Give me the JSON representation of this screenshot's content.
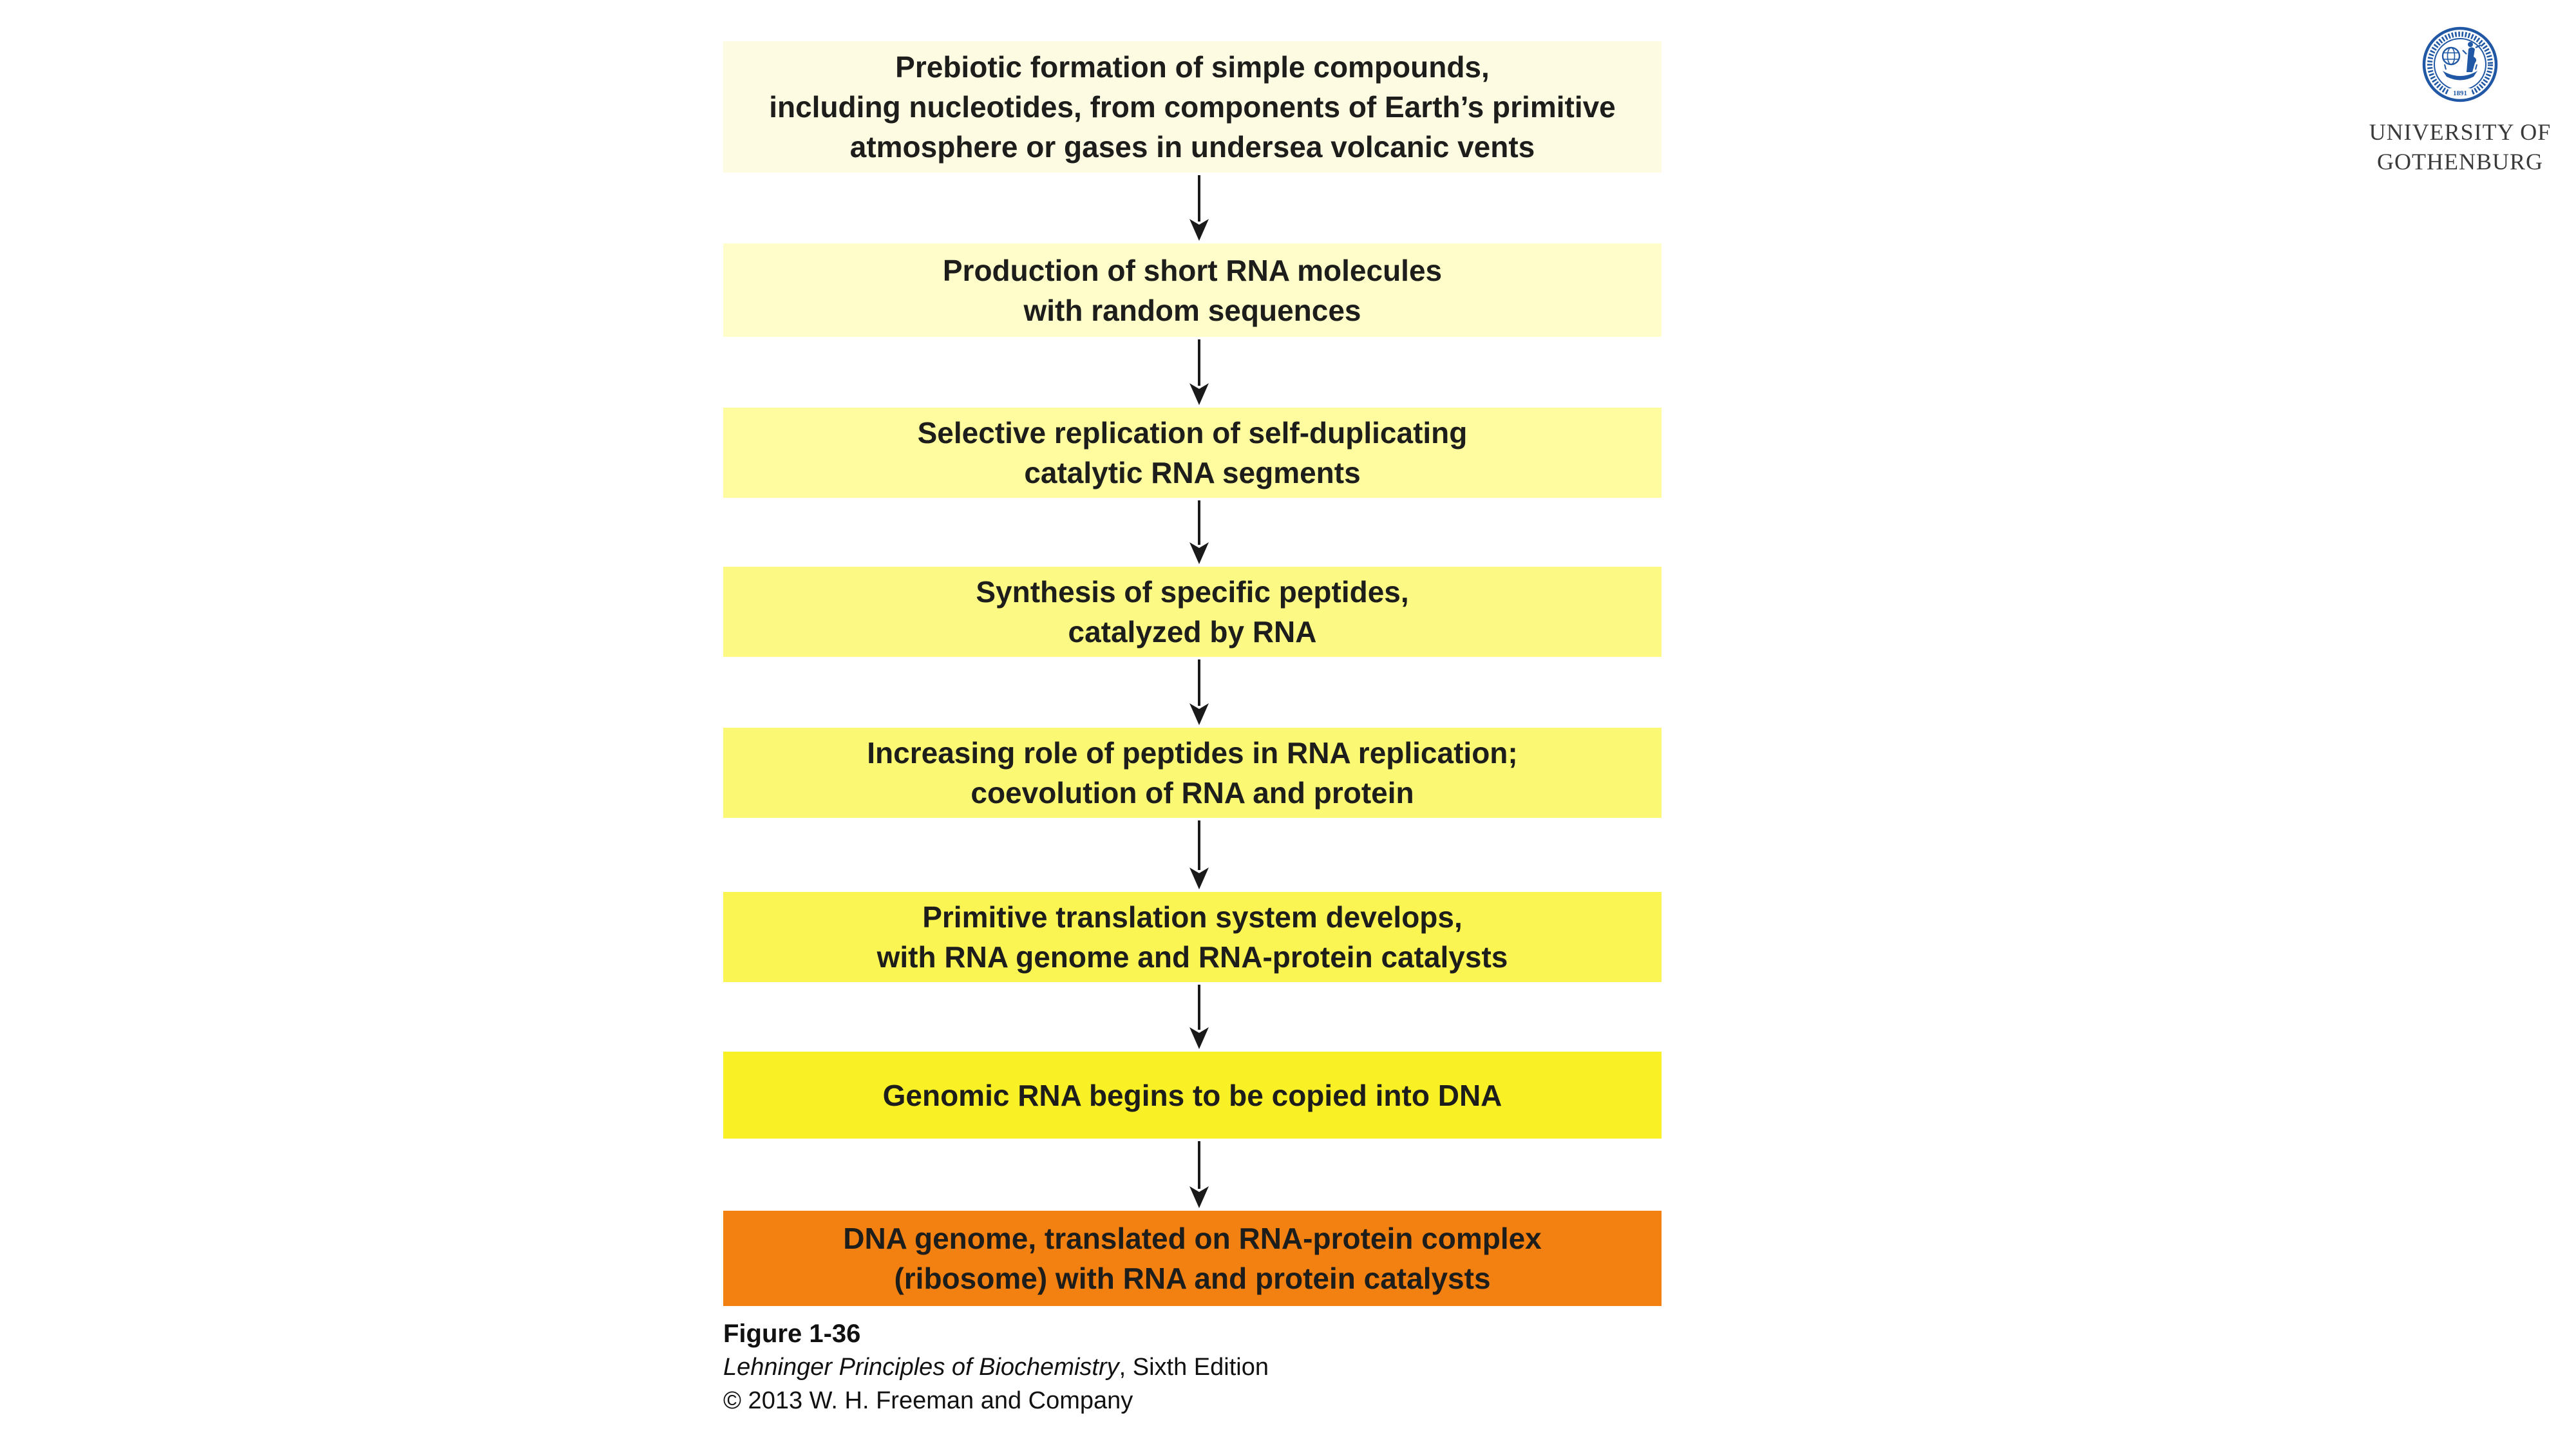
{
  "page": {
    "background_color": "#ffffff"
  },
  "flowchart": {
    "text_color": "#1d1d1b",
    "arrow_color": "#1a1a1a",
    "boxes": [
      {
        "color": "#FDFBE2",
        "lines": [
          "Prebiotic formation of simple compounds,",
          "including nucleotides, from components of Earth’s primitive",
          "atmosphere or gases in undersea volcanic vents"
        ]
      },
      {
        "color": "#FFFDC9",
        "lines": [
          "Production of short RNA molecules",
          "with random sequences"
        ]
      },
      {
        "color": "#FEFC9E",
        "lines": [
          "Selective replication of self-duplicating",
          "catalytic RNA segments"
        ]
      },
      {
        "color": "#FCFA85",
        "lines": [
          "Synthesis of specific peptides,",
          "catalyzed by RNA"
        ]
      },
      {
        "color": "#FBF873",
        "lines": [
          "Increasing role of peptides in RNA replication;",
          "coevolution of RNA and protein"
        ]
      },
      {
        "color": "#FAF553",
        "lines": [
          "Primitive translation system develops,",
          "with RNA genome and RNA-protein catalysts"
        ]
      },
      {
        "color": "#F9F125",
        "lines": [
          "Genomic RNA begins to be copied into DNA"
        ]
      },
      {
        "color": "#F28111",
        "lines": [
          "DNA genome, translated on RNA-protein complex",
          "(ribosome) with RNA and protein catalysts"
        ]
      }
    ]
  },
  "caption": {
    "figure_label": "Figure 1-36",
    "book_title": "Lehninger Principles of Biochemistry",
    "edition_suffix": ", Sixth Edition",
    "copyright": "© 2013 W. H. Freeman and Company"
  },
  "logo": {
    "seal_year": "1891",
    "line1": "UNIVERSITY OF",
    "line2": "GOTHENBURG",
    "seal_color": "#2158A5",
    "wordmark_color": "#3a3a3a"
  }
}
